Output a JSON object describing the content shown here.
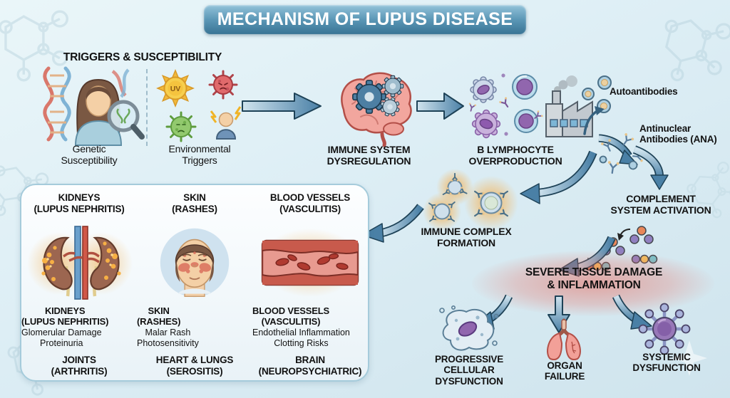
{
  "title": "MECHANISM OF LUPUS DISEASE",
  "stage1": {
    "heading": "TRIGGERS & SUSCEPTIBILITY",
    "genetic_label": "Genetic\nSusceptibility",
    "environmental_label": "Environmental\nTriggers",
    "uv_label": "UV"
  },
  "stage2": {
    "label": "IMMUNE SYSTEM\nDYSREGULATION"
  },
  "stage3": {
    "label": "B LYMPHOCYTE\nOVERPRODUCTION",
    "autoantibodies_label": "Autoantibodies",
    "ana_label": "Antinuclear\nAntibodies (ANA)"
  },
  "stage4": {
    "complement_label": "COMPLEMENT\nSYSTEM ACTIVATION",
    "immune_complex_label": "IMMUNE COMPLEX\nFORMATION",
    "severe_label": "SEVERE TISSUE DAMAGE\n& INFLAMMATION"
  },
  "outcomes": [
    {
      "label": "PROGRESSIVE\nCELLULAR\nDYSFUNCTION"
    },
    {
      "label": "ORGAN\nFAILURE"
    },
    {
      "label": "SYSTEMIC\nDYSFUNCTION"
    }
  ],
  "organ_box": {
    "columns": [
      {
        "header": "KIDNEYS\n(LUPUS NEPHRITIS)",
        "title": "KIDNEYS\n(LUPUS NEPHRITIS)",
        "details": "Glomerular Damage\nProteinuria",
        "footer": "JOINTS\n(ARTHRITIS)"
      },
      {
        "header": "SKIN\n(RASHES)",
        "title": "SKIN\n(RASHES)",
        "details": "Malar Rash\nPhotosensitivity",
        "footer": "HEART & LUNGS\n(SEROSITIS)"
      },
      {
        "header": "BLOOD VESSELS\n(VASCULITIS)",
        "title": "BLOOD VESSELS\n(VASCULITIS)",
        "details": "Endothelial Inflammation\nClotting Risks",
        "footer": "BRAIN\n(NEUROPSYCHIATRIC)"
      }
    ]
  },
  "colors": {
    "background": "#ddeef5",
    "banner_top": "#93c3da",
    "banner_bottom": "#397495",
    "arrow": "#4a80a6",
    "text": "#121212",
    "severe_glow": "#e87868",
    "complex_glow": "#f6b04e",
    "box_border": "#a5cbdb"
  }
}
